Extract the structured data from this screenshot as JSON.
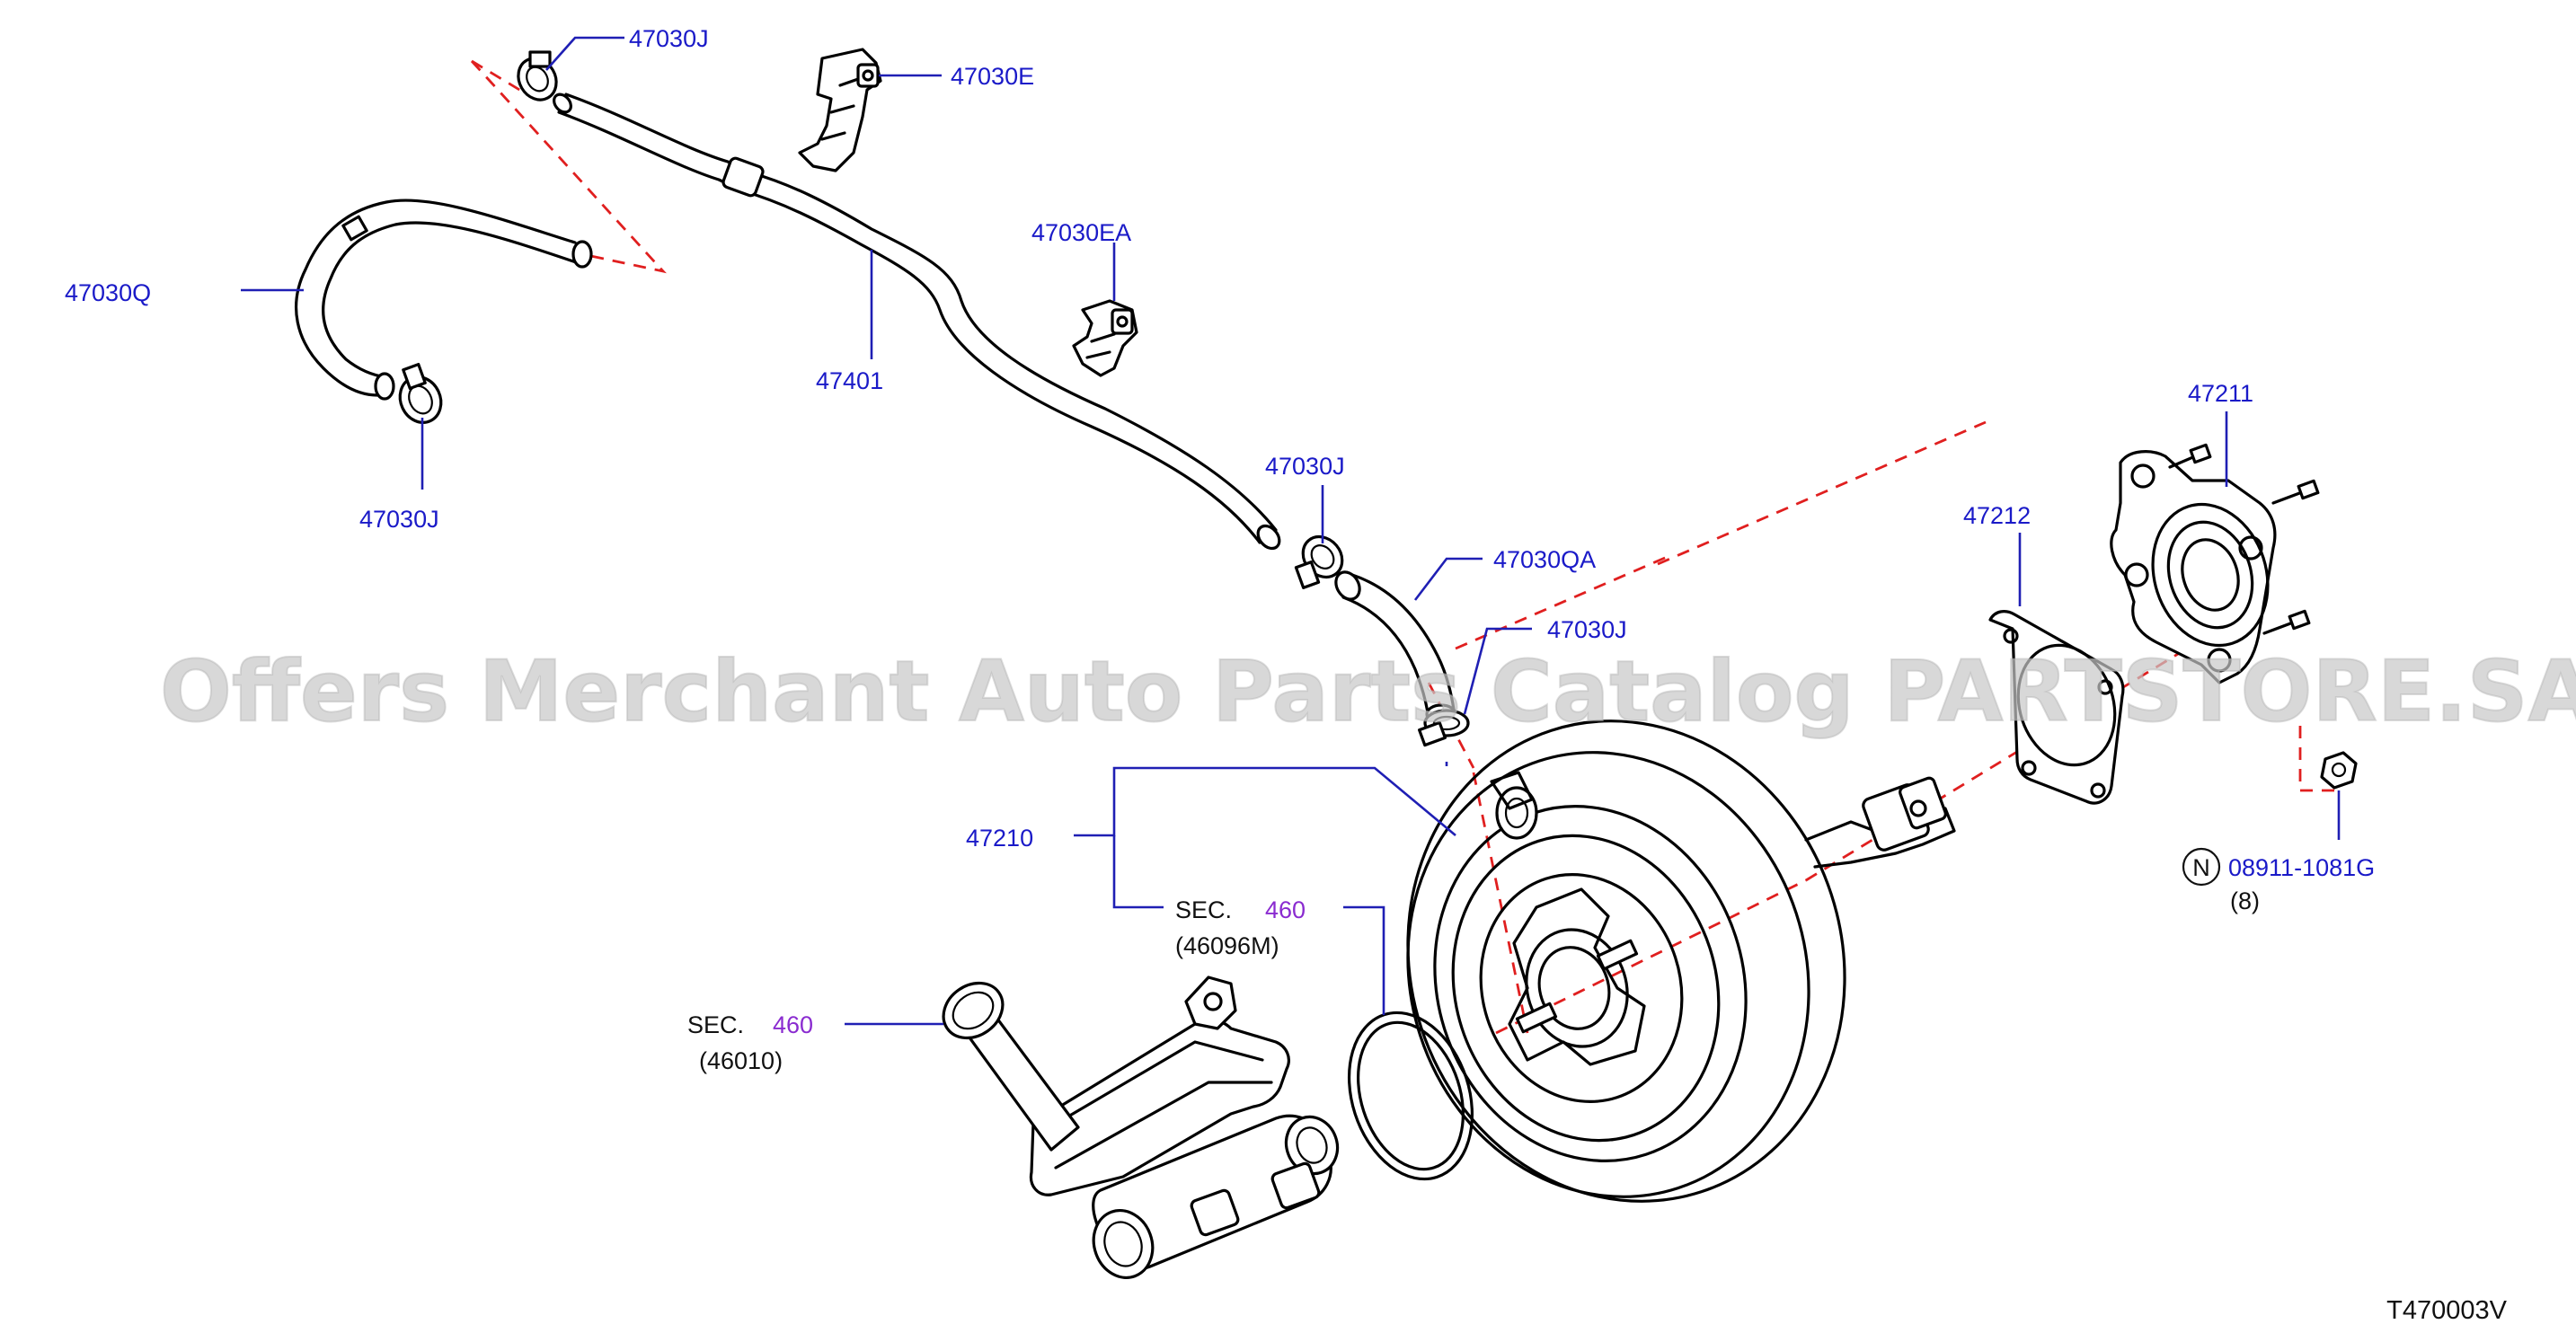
{
  "watermark": "Offers Merchant Auto Parts Catalog PARTSTORE.SA",
  "diagram_code": "T470003V",
  "labels": {
    "p47030J_top": "47030J",
    "p47030E": "47030E",
    "p47030Q": "47030Q",
    "p47030J_left": "47030J",
    "p47401": "47401",
    "p47030EA": "47030EA",
    "p47030J_mid": "47030J",
    "p47030QA": "47030QA",
    "p47030J_lower": "47030J",
    "p47211": "47211",
    "p47212": "47212",
    "p47210": "47210",
    "p08911": "08911-1081G",
    "p08911_circle": "N",
    "p08911_qty": "(8)"
  },
  "section_refs": {
    "ref1": {
      "prefix": "SEC.",
      "number": "460",
      "sub": "(46096M)"
    },
    "ref2": {
      "prefix": "SEC.",
      "number": "460",
      "sub": "(46010)"
    }
  },
  "colors": {
    "label_blue": "#1a1ac8",
    "section_purple": "#8a2bd0",
    "dashed_red": "#e01f1f",
    "watermark_gray": "#c8c8c8"
  }
}
